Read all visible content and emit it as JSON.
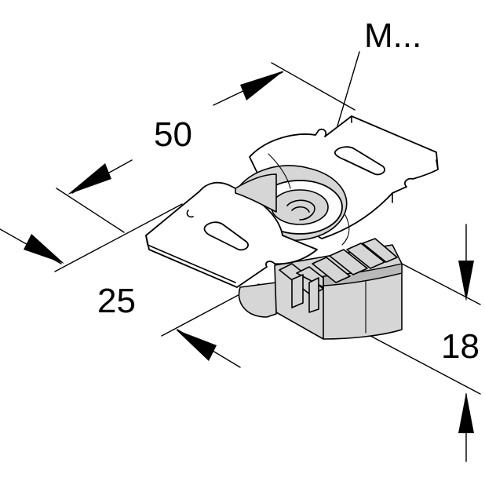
{
  "drawing": {
    "labels": {
      "thread": "M...",
      "length": "50",
      "width": "25",
      "height": "18"
    }
  }
}
